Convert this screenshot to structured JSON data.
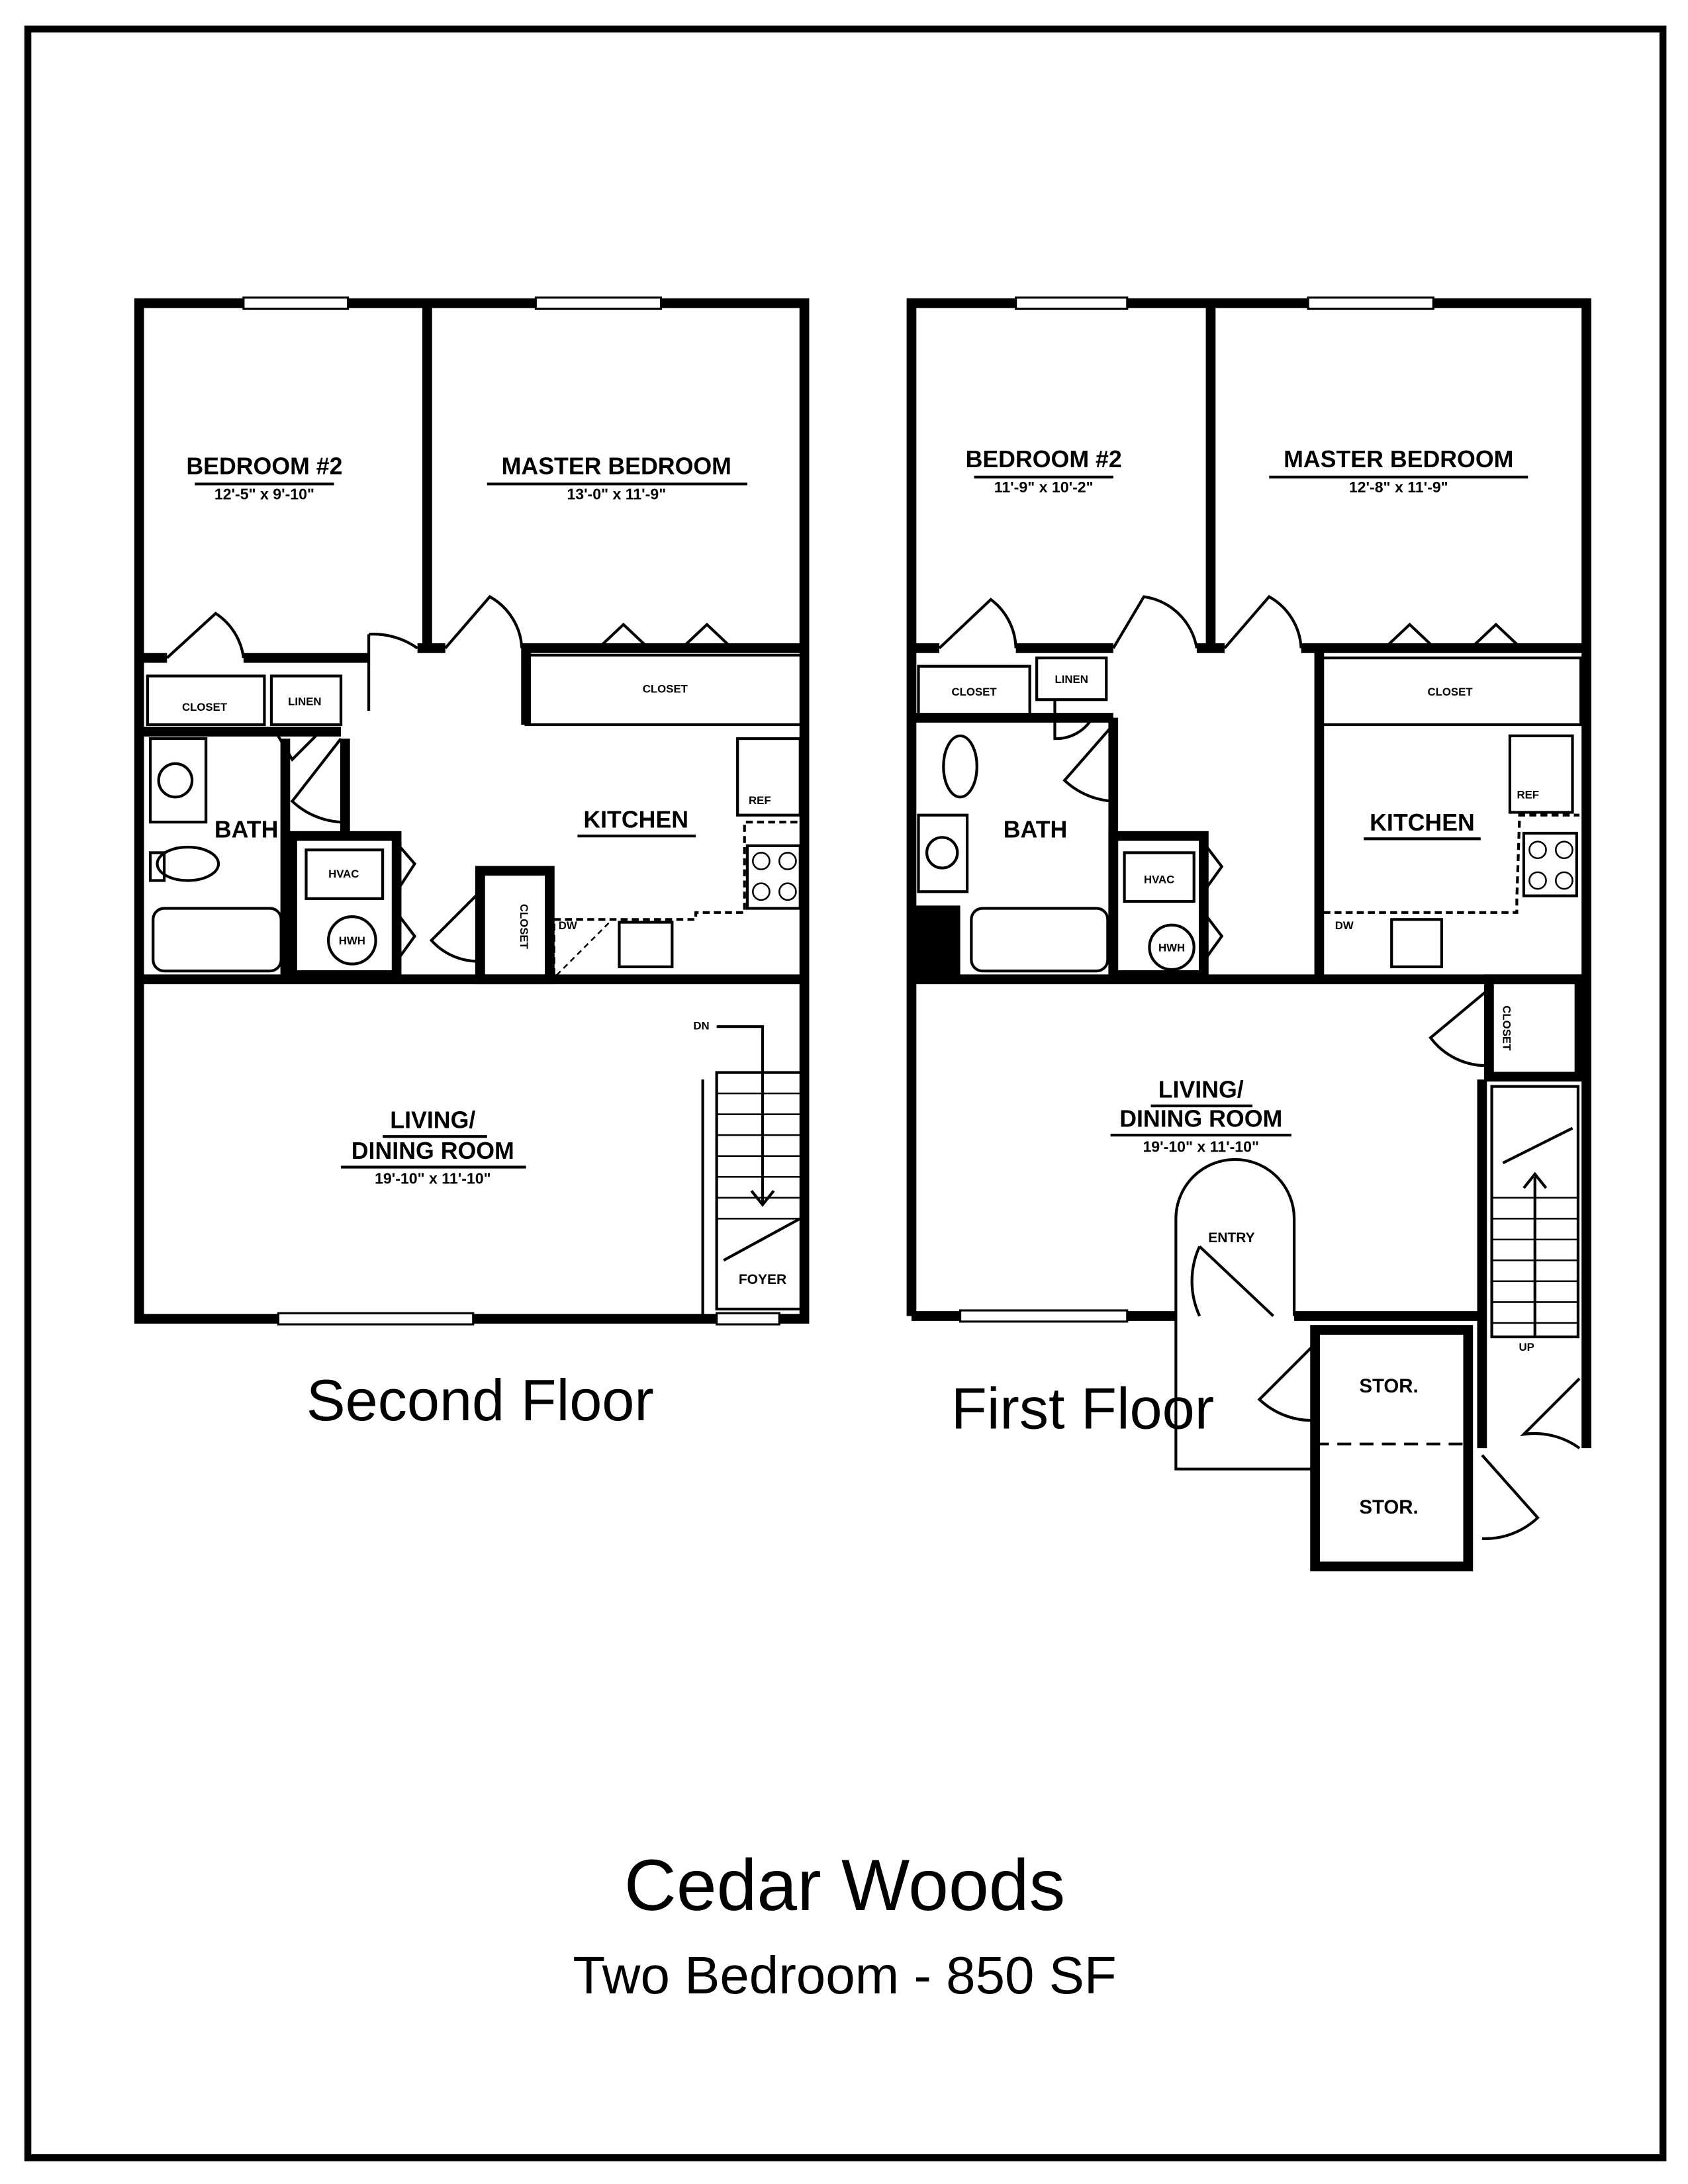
{
  "title": "Cedar Woods",
  "subtitle": "Two Bedroom - 850 SF",
  "second_floor": {
    "caption": "Second Floor",
    "rooms": {
      "bedroom2": {
        "name": "BEDROOM #2",
        "size": "12'-5\" x 9'-10\""
      },
      "master": {
        "name": "MASTER BEDROOM",
        "size": "13'-0\" x 11'-9\""
      },
      "closet_left": "CLOSET",
      "linen": "LINEN",
      "closet_master": "CLOSET",
      "bath": "BATH",
      "hvac": "HVAC",
      "hwh": "HWH",
      "kitchen": "KITCHEN",
      "ref": "REF",
      "dw": "DW",
      "closet_hall": "CLOSET",
      "living_line1": "LIVING/",
      "living_line2": "DINING ROOM",
      "living_size": "19'-10\" x 11'-10\"",
      "dn": "DN",
      "foyer": "FOYER"
    }
  },
  "first_floor": {
    "caption": "First Floor",
    "rooms": {
      "bedroom2": {
        "name": "BEDROOM #2",
        "size": "11'-9\" x 10'-2\""
      },
      "master": {
        "name": "MASTER BEDROOM",
        "size": "12'-8\" x 11'-9\""
      },
      "closet_left": "CLOSET",
      "linen": "LINEN",
      "closet_master": "CLOSET",
      "bath": "BATH",
      "hvac": "HVAC",
      "hwh": "HWH",
      "kitchen": "KITCHEN",
      "ref": "REF",
      "dw": "DW",
      "closet_hall": "CLOSET",
      "living_line1": "LIVING/",
      "living_line2": "DINING ROOM",
      "living_size": "19'-10\" x 11'-10\"",
      "entry": "ENTRY",
      "up": "UP",
      "stor1": "STOR.",
      "stor2": "STOR."
    }
  }
}
